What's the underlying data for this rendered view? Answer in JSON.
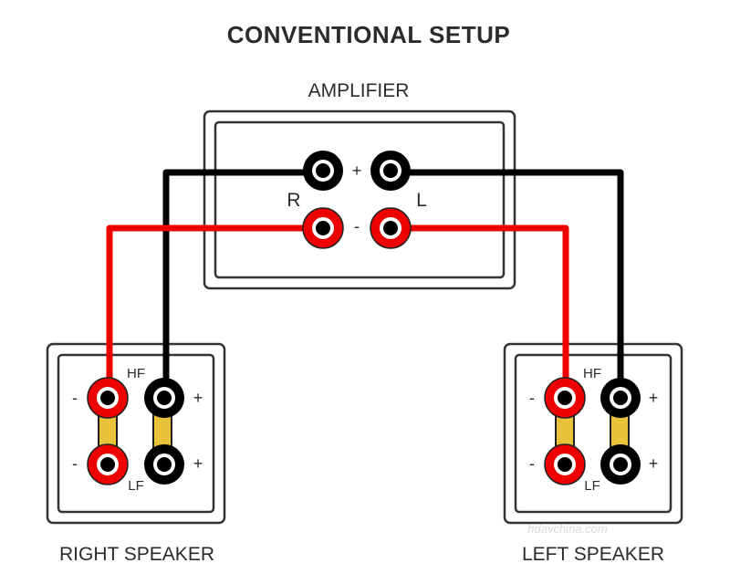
{
  "diagram": {
    "title": "CONVENTIONAL SETUP",
    "amplifier": {
      "label": "AMPLIFIER",
      "plus_sign": "+",
      "minus_sign": "-",
      "right_channel": "R",
      "left_channel": "L"
    },
    "right_speaker": {
      "label": "RIGHT SPEAKER",
      "hf": "HF",
      "lf": "LF",
      "minus": "-",
      "plus": "+"
    },
    "left_speaker": {
      "label": "LEFT SPEAKER",
      "hf": "HF",
      "lf": "LF",
      "minus": "-",
      "plus": "+"
    },
    "watermark": "hdavchina.com",
    "colors": {
      "positive_wire": "#000000",
      "negative_wire": "#ee0000",
      "bridge": "#e8c23a",
      "frame": "#333333"
    }
  }
}
